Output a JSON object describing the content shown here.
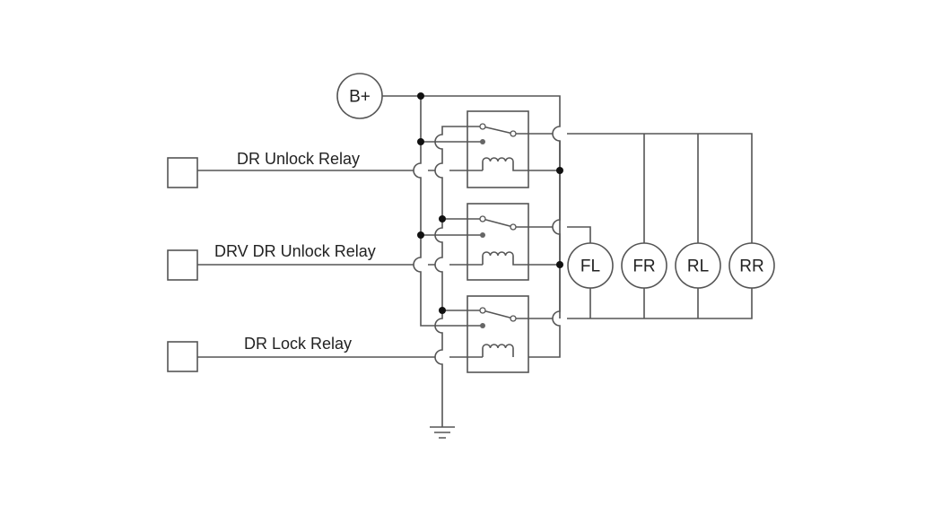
{
  "diagram": {
    "type": "door-lock-relay-circuit",
    "power_source": {
      "label": "B+"
    },
    "inputs": [
      {
        "label": "DR Unlock Relay"
      },
      {
        "label": "DRV DR Unlock Relay"
      },
      {
        "label": "DR Lock Relay"
      }
    ],
    "relays": [
      {
        "name": "DR Unlock Relay"
      },
      {
        "name": "DRV DR Unlock Relay"
      },
      {
        "name": "DR Lock Relay"
      }
    ],
    "motors": [
      {
        "label": "FL"
      },
      {
        "label": "FR"
      },
      {
        "label": "RL"
      },
      {
        "label": "RR"
      }
    ],
    "ground": {
      "symbol": "ground-icon"
    }
  }
}
